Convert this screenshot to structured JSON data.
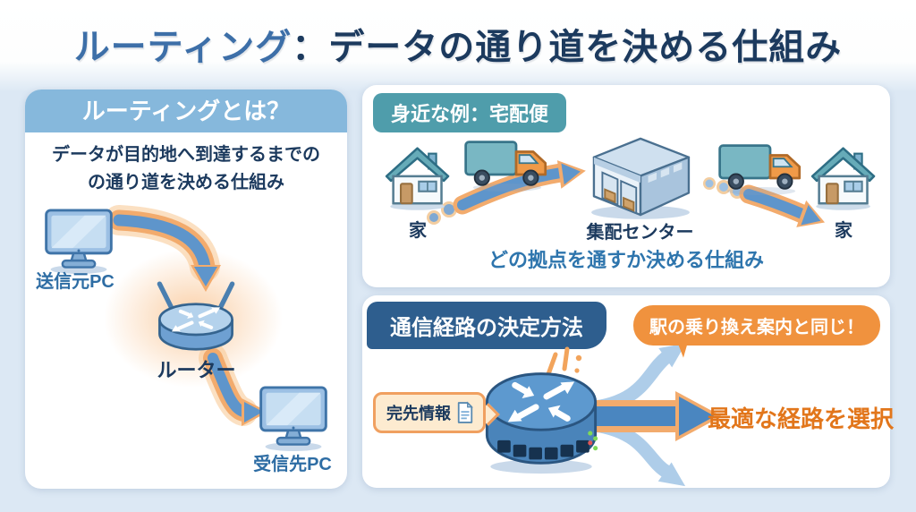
{
  "title": {
    "part1": "ルーティング",
    "part2": "：データの通り道を決める仕組み"
  },
  "left_panel": {
    "header": "ルーティングとは？",
    "body_line1": "データが目的地へ到達するまでの",
    "body_line2": "の通り道を決める仕組み",
    "source_pc_label": "送信元PC",
    "router_label": "ルーター",
    "dest_pc_label": "受信先PC"
  },
  "delivery_panel": {
    "badge": "身近な例：宅配便",
    "house_left_label": "家",
    "center_label": "集配センター",
    "house_right_label": "家",
    "caption": "どの拠点を通すか決める仕組み"
  },
  "route_panel": {
    "header": "通信経路の決定方法",
    "bubble": "駅の乗り換え案内と同じ！",
    "dest_info_label": "完先情報",
    "result_label": "最適な経路を選択"
  },
  "icons": {
    "monitor": "monitor-icon",
    "router": "router-icon",
    "house": "house-icon",
    "truck": "delivery-truck-icon",
    "warehouse": "warehouse-icon",
    "document": "document-icon",
    "arrow": "curved-arrow-icon",
    "sparks": "sparks-icon"
  },
  "colors": {
    "background": "#dce8f4",
    "panel": "#ffffff",
    "title_light_blue": "#3d6fa8",
    "title_dark_navy": "#1c3a5e",
    "left_header_blue": "#86b8dc",
    "badge_teal": "#4f9dab",
    "route_header_navy": "#2e5e8e",
    "accent_orange": "#f0923e",
    "result_orange": "#e2761b",
    "caption_blue": "#2e75ad",
    "arrow_blue": "#5e95cb",
    "arrow_outline_orange": "#f2ab6d",
    "branch_light_blue": "#aecde9"
  }
}
